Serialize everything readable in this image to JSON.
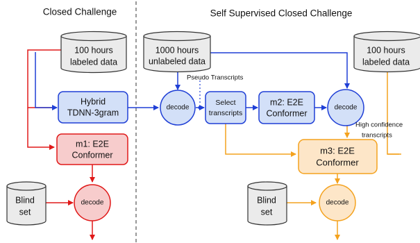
{
  "headers": {
    "closed": "Closed Challenge",
    "self_supervised": "Self Supervised Closed Challenge"
  },
  "nodes": {
    "db_labeled_left": [
      "100 hours",
      "labeled data"
    ],
    "db_unlabeled": [
      "1000 hours",
      "unlabeled data"
    ],
    "db_labeled_right": [
      "100 hours",
      "labeled data"
    ],
    "hybrid": [
      "Hybrid",
      "TDNN-3gram"
    ],
    "decode_1": [
      "decode"
    ],
    "select": [
      "Select",
      "transcripts"
    ],
    "m2": [
      "m2: E2E",
      "Conformer"
    ],
    "decode_2": [
      "decode"
    ],
    "m1": [
      "m1: E2E",
      "Conformer"
    ],
    "m3": [
      "m3: E2E",
      "Conformer"
    ],
    "blind_left": [
      "Blind",
      "set"
    ],
    "blind_right": [
      "Blind",
      "set"
    ],
    "decode_left": [
      "decode"
    ],
    "decode_right": [
      "decode"
    ]
  },
  "annotations": {
    "pseudo": "Pseudo Transcripts",
    "high_conf": [
      "High confidence",
      "transcripts"
    ]
  },
  "colors": {
    "blue": "#1f3fd6",
    "blue_fill": "#d3e0f8",
    "red": "#e01818",
    "red_fill": "#f7cccc",
    "orange": "#f4a21e",
    "orange_fill": "#fde6c8",
    "gray_fill": "#ebebeb",
    "stroke_dark": "#333333"
  }
}
